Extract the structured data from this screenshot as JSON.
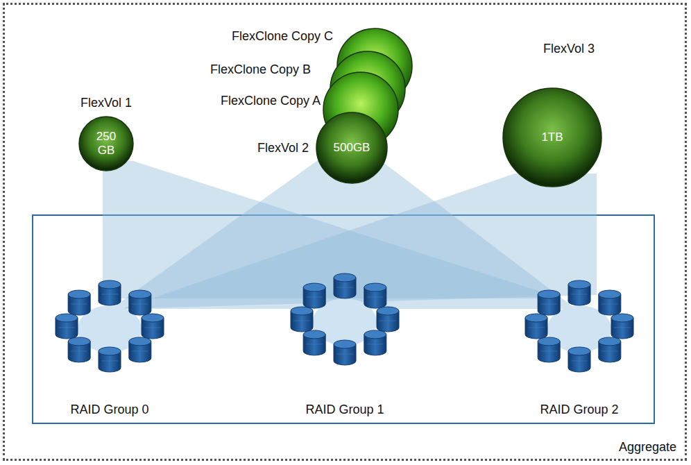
{
  "diagram": {
    "nodes": [
      {
        "text": [
          "Aggregate"
        ]
      },
      {
        "text": [
          "FlexVol 1",
          "250 GB"
        ],
        "in": 0
      },
      {
        "text": [
          "FlexClone Copy C"
        ],
        "in": 0
      },
      {
        "text": [
          "FlexClone Copy B"
        ],
        "in": 0
      },
      {
        "text": [
          "FlexClone Copy A"
        ],
        "in": 0
      },
      {
        "text": [
          "FlexVol 2",
          "500GB"
        ],
        "in": 0
      },
      {
        "text": [
          "FlexVol 3",
          "1TB"
        ],
        "in": 0
      },
      {
        "text": [
          "RAID Group 0"
        ],
        "in": 0
      },
      {
        "text": [
          "RAID Group 1"
        ],
        "in": 0
      },
      {
        "text": [
          "RAID Group 2"
        ],
        "in": 0
      }
    ]
  }
}
